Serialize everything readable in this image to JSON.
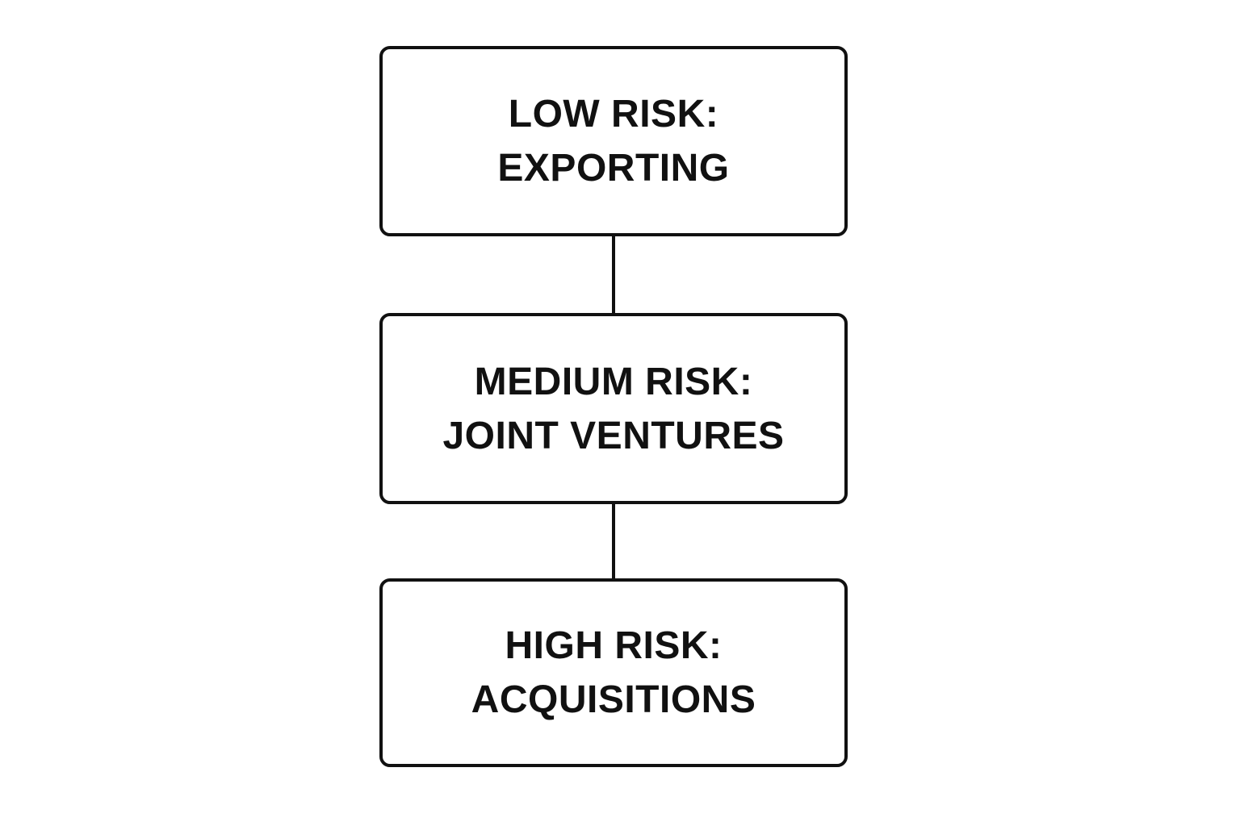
{
  "colors": {
    "background": "#ffffff",
    "ink": "#111111"
  },
  "diagram": {
    "type": "flowchart",
    "direction": "top-to-bottom",
    "nodes": [
      {
        "label": "LOW RISK: EXPORTING",
        "line1": "LOW RISK:",
        "line2": "EXPORTING"
      },
      {
        "label": "MEDIUM RISK: JOINT VENTURES",
        "line1": "MEDIUM RISK:",
        "line2": "JOINT VENTURES"
      },
      {
        "label": "HIGH RISK: ACQUISITIONS",
        "line1": "HIGH RISK:",
        "line2": "ACQUISITIONS"
      }
    ],
    "connectors": [
      {
        "from": 0,
        "to": 1
      },
      {
        "from": 1,
        "to": 2
      }
    ]
  }
}
